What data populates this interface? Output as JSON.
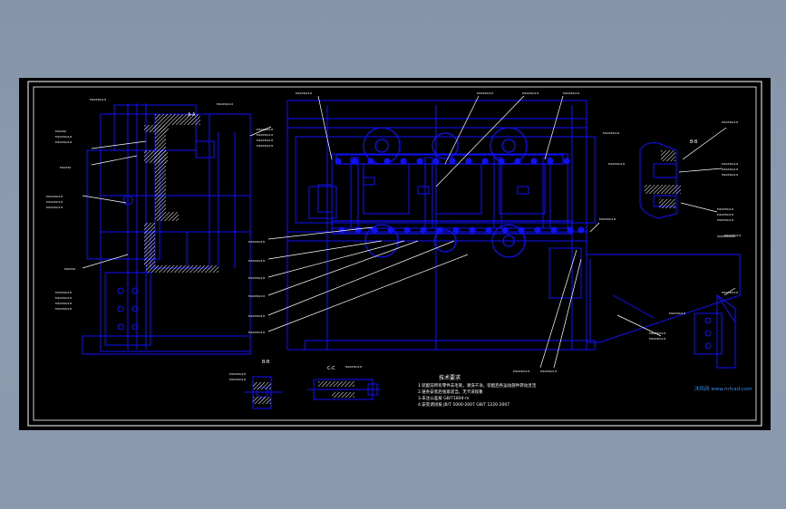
{
  "drawing": {
    "background": "#000000",
    "line_color": "#1010ff",
    "frame_color": "#ffffff",
    "text_color": "#ffffff",
    "accent_color": "#2a8cff",
    "section_labels": {
      "a": "A-A",
      "b_top_right": "B-B",
      "b_bottom": "B-B",
      "c": "C-C"
    },
    "notes_title": "技术要求",
    "notes_lines": [
      "1.装配前所有零件去毛刺，清洗干净，装配后各运动部件转动灵活",
      "2.链条安装后张紧适当，无卡滞现象",
      "3.未注公差按 GB/T1804-m",
      "4.安装调试按 JB/T 5000-2007  GB/T 1220-2007"
    ],
    "watermark": "沐风网  www.mfcad.com",
    "callout_note": "M10X50/4.8"
  }
}
